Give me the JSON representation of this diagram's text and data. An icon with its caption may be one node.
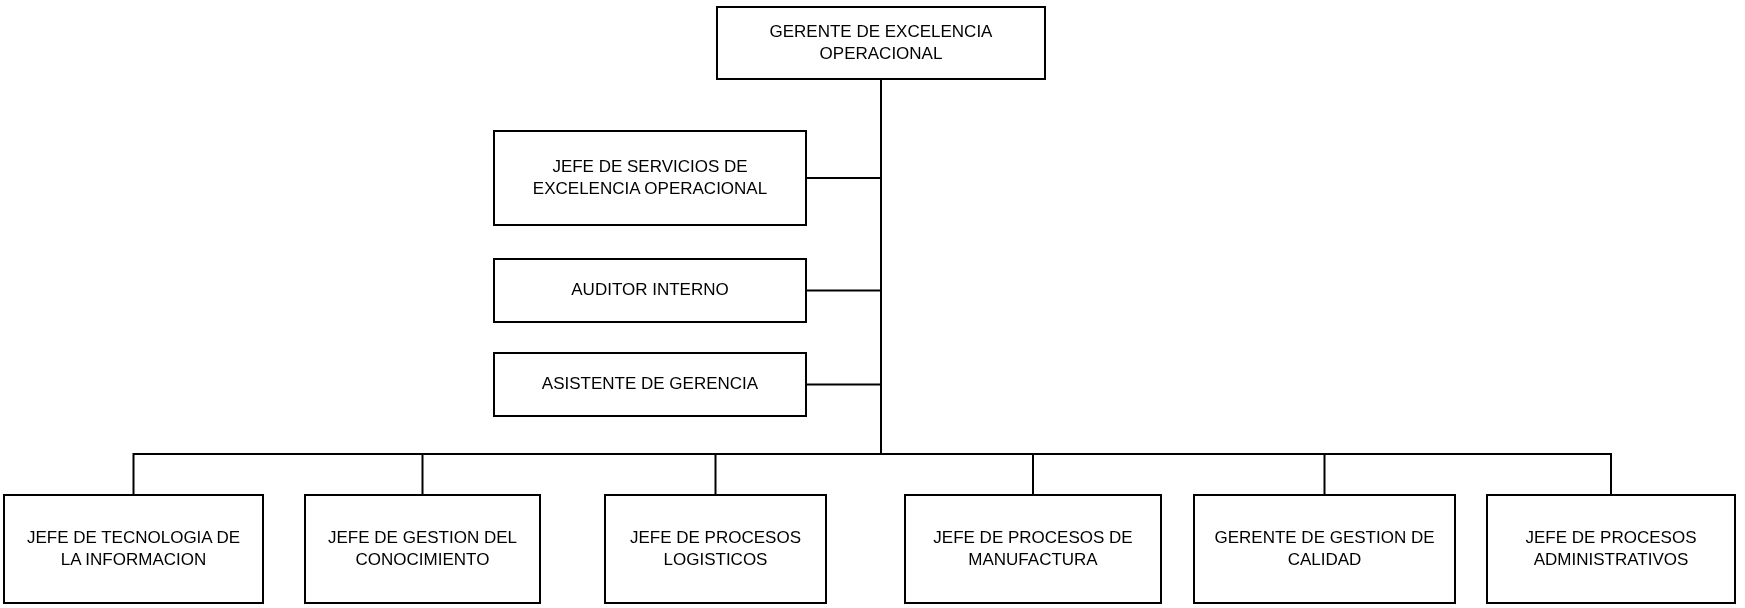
{
  "diagram": {
    "nodes": [
      {
        "text": [
          "GERENTE DE EXCELENCIA OPERACIONAL"
        ]
      },
      {
        "text": [
          "JEFE DE SERVICIOS DE EXCELENCIA OPERACIONAL"
        ]
      },
      {
        "text": [
          "AUDITOR INTERNO"
        ]
      },
      {
        "text": [
          "ASISTENTE DE GERENCIA"
        ]
      },
      {
        "text": [
          "JEFE DE TECNOLOGIA DE LA INFORMACION"
        ]
      },
      {
        "text": [
          "JEFE DE GESTION DEL CONOCIMIENTO"
        ]
      },
      {
        "text": [
          "JEFE DE PROCESOS LOGISTICOS"
        ]
      },
      {
        "text": [
          "JEFE DE PROCESOS DE MANUFACTURA"
        ]
      },
      {
        "text": [
          "GERENTE DE GESTION DE CALIDAD"
        ]
      },
      {
        "text": [
          "JEFE DE PROCESOS ADMINISTRATIVOS"
        ]
      }
    ],
    "edges": [
      {
        "from": 0,
        "to": 1,
        "arrow": "none"
      },
      {
        "from": 0,
        "to": 2,
        "arrow": "none"
      },
      {
        "from": 0,
        "to": 3,
        "arrow": "none"
      },
      {
        "from": 0,
        "to": 4,
        "arrow": "none"
      },
      {
        "from": 0,
        "to": 5,
        "arrow": "none"
      },
      {
        "from": 0,
        "to": 6,
        "arrow": "none"
      },
      {
        "from": 0,
        "to": 7,
        "arrow": "none"
      },
      {
        "from": 0,
        "to": 8,
        "arrow": "none"
      },
      {
        "from": 0,
        "to": 9,
        "arrow": "none"
      }
    ]
  }
}
